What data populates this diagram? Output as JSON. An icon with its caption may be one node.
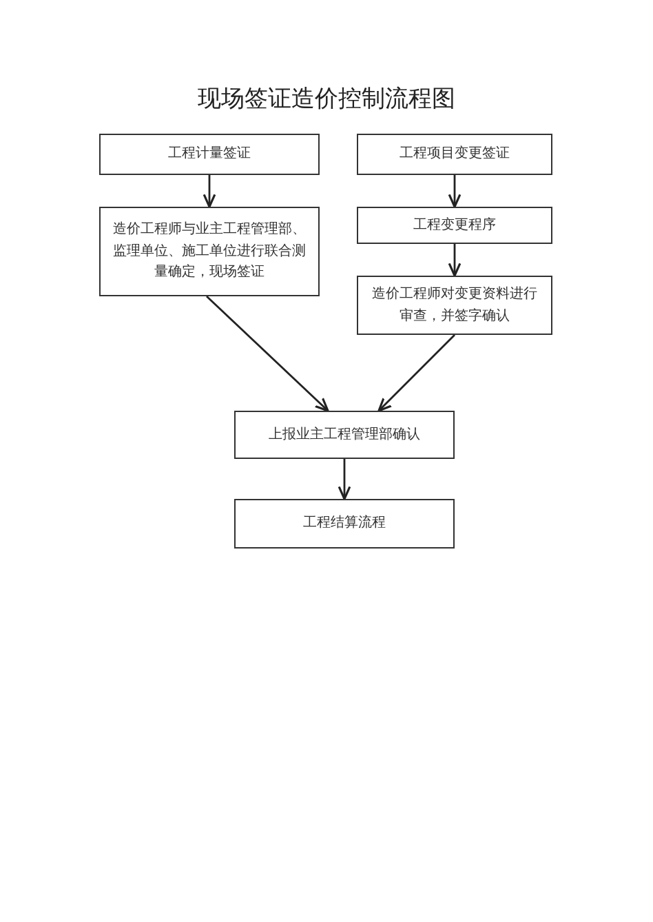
{
  "diagram": {
    "title": "现场签证造价控制流程图",
    "nodes": [
      {
        "text": [
          "工程计量签证"
        ]
      },
      {
        "text": [
          "工程项目变更签证"
        ]
      },
      {
        "text": [
          "造价工程师与业主工程管理部、监理单位、施工单位进行联合测量确定，现场签证"
        ]
      },
      {
        "text": [
          "工程变更程序"
        ]
      },
      {
        "text": [
          "造价工程师对变更资料进行审查，并签字确认"
        ]
      },
      {
        "text": [
          "上报业主工程管理部确认"
        ]
      },
      {
        "text": [
          "工程结算流程"
        ]
      }
    ],
    "edges": [
      {
        "from": 0,
        "to": 2,
        "arrow": "to"
      },
      {
        "from": 1,
        "to": 3,
        "arrow": "to"
      },
      {
        "from": 3,
        "to": 4,
        "arrow": "to"
      },
      {
        "from": 2,
        "to": 5,
        "arrow": "to"
      },
      {
        "from": 4,
        "to": 5,
        "arrow": "to"
      },
      {
        "from": 5,
        "to": 6,
        "arrow": "to"
      }
    ]
  }
}
